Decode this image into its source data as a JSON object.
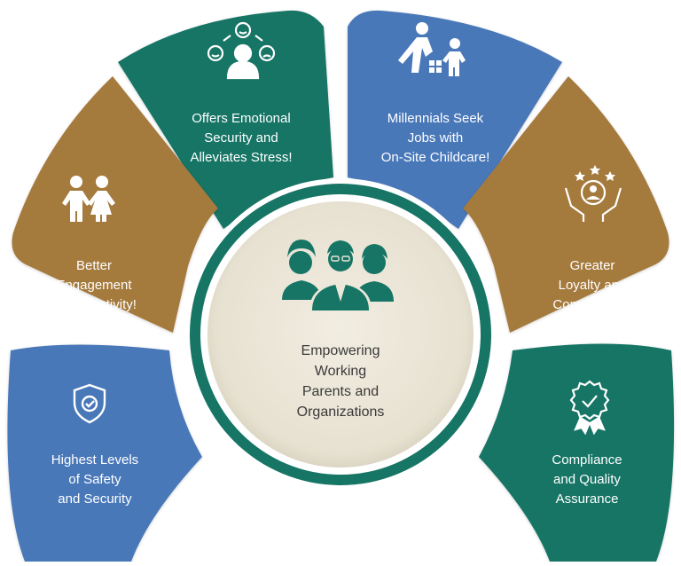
{
  "colors": {
    "teal": "#167565",
    "blue": "#4a78b9",
    "gold": "#a57a3c",
    "ring": "#167565",
    "core": "#ece7d8",
    "core_edge": "#dad4c3"
  },
  "center": {
    "icon": "team-of-three-people-icon",
    "lines": [
      "Empowering",
      "Working",
      "Parents and",
      "Organizations"
    ]
  },
  "segments": [
    {
      "key": "emotional",
      "color": "teal",
      "icon": "emotions-faces-icon",
      "lines": [
        "Offers Emotional",
        "Security and",
        "Alleviates Stress!"
      ]
    },
    {
      "key": "childcare",
      "color": "blue",
      "icon": "parent-child-playing-icon",
      "lines": [
        "Millennials Seek",
        "Jobs with",
        "On-Site Childcare!"
      ]
    },
    {
      "key": "loyalty",
      "color": "gold",
      "icon": "hands-star-rating-icon",
      "lines": [
        "Greater",
        "Loyalty and",
        "Commitment!"
      ]
    },
    {
      "key": "compliance",
      "color": "teal",
      "icon": "quality-badge-check-icon",
      "lines": [
        "Compliance",
        "and Quality",
        "Assurance"
      ]
    },
    {
      "key": "safety",
      "color": "blue",
      "icon": "shield-check-icon",
      "lines": [
        "Highest Levels",
        "of Safety",
        "and Security"
      ]
    },
    {
      "key": "engagement",
      "color": "gold",
      "icon": "two-children-icon",
      "lines": [
        "Better",
        "Engagement",
        "& Productivity!"
      ]
    }
  ]
}
